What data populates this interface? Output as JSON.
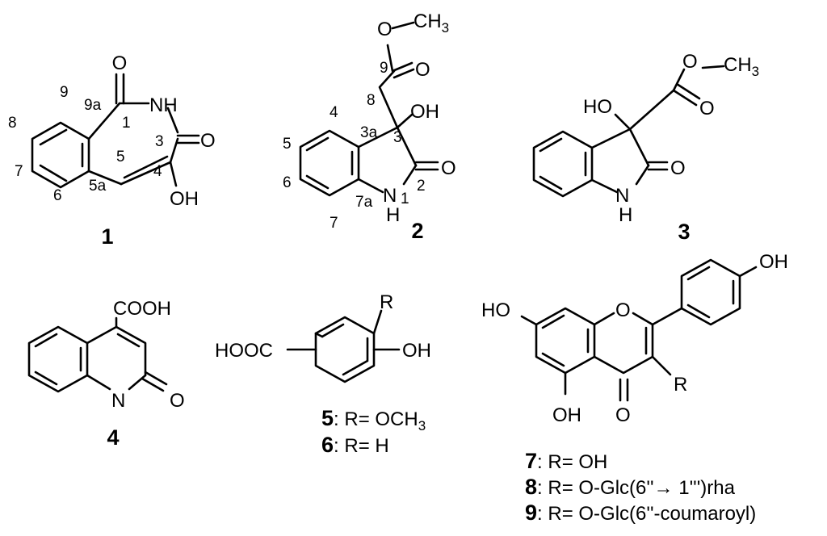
{
  "compound_ids": {
    "c1": "1",
    "c2": "2",
    "c3": "3",
    "c4": "4",
    "c5": "5",
    "c6": "6",
    "c7": "7",
    "c8": "8",
    "c9": "9"
  },
  "atom_labels": {
    "o": "O",
    "nh": "NH",
    "n": "N",
    "h": "H",
    "oh": "OH",
    "ho": "HO",
    "ch3": "CH",
    "sub3": "3",
    "cooh": "COOH",
    "hooc": "HOOC",
    "r": "R"
  },
  "numbering": {
    "c1": [
      "9",
      "8",
      "7",
      "6",
      "9a",
      "1",
      "3",
      "5",
      "5a",
      "4"
    ],
    "c2": [
      "4",
      "5",
      "6",
      "7",
      "3a",
      "7a",
      "3",
      "2",
      "1",
      "8",
      "9"
    ]
  },
  "legends": {
    "c5_rest": ": R= OCH",
    "c6_rest": ": R= H",
    "c7_rest": ": R= OH",
    "c8_rest": ": R= O-Glc(6''",
    "c8_arrow": "→",
    "c8_tail": " 1''')rha",
    "c9_rest": ": R= O-Glc(6''-coumaroyl)"
  }
}
